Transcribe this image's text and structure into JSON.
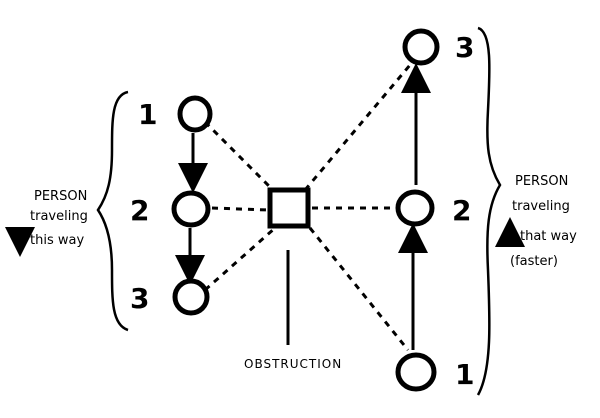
{
  "left_group": {
    "labels": [
      "1",
      "2",
      "3"
    ],
    "note": [
      "PERSON",
      "traveling",
      "this way"
    ]
  },
  "right_group": {
    "labels": [
      "1",
      "2",
      "3"
    ],
    "note": [
      "PERSON",
      "traveling",
      "that way",
      "(faster)"
    ]
  },
  "obstruction_label": "OBSTRUCTION"
}
